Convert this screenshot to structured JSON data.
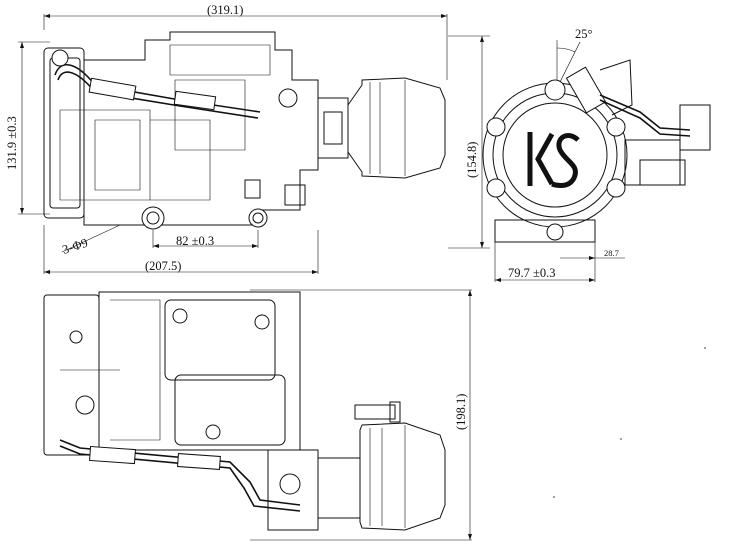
{
  "drawing": {
    "dimensions": {
      "overall_length": "(319.1)",
      "height_side": "131.9 ±0.3",
      "mount_spacing": "82 ±0.3",
      "base_length": "(207.5)",
      "holes": "3-Φ9",
      "front_height": "(154.8)",
      "angle": "25°",
      "front_offset": "28.7",
      "front_width": "79.7 ±0.3",
      "top_height": "(198.1)"
    },
    "logo_letters": "KS"
  }
}
